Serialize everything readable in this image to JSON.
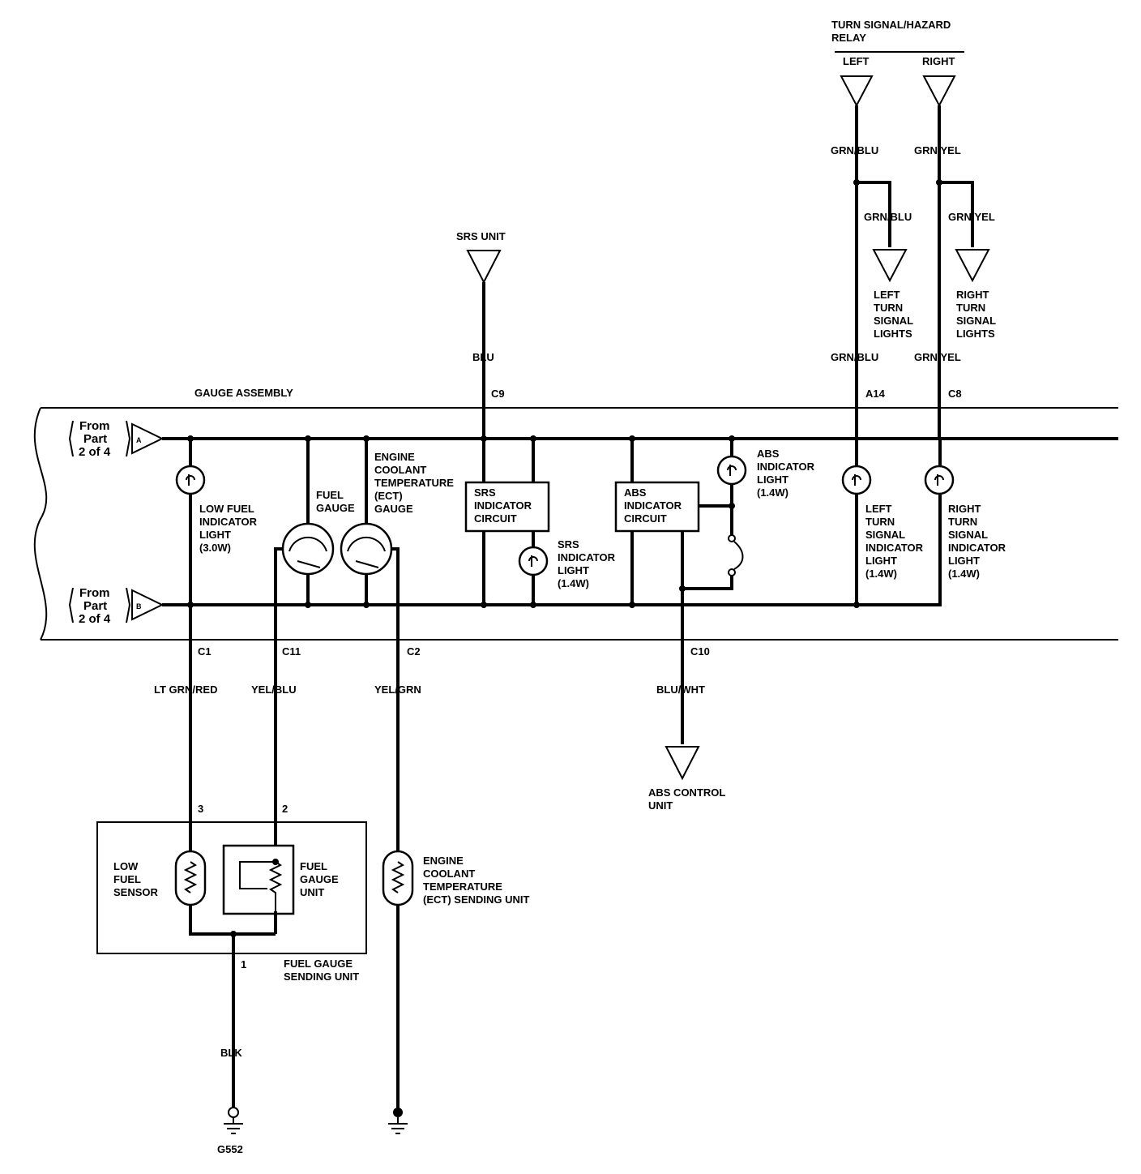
{
  "title": "",
  "gauge_assembly": "GAUGE ASSEMBLY",
  "from_part": {
    "line1": "From",
    "line2": "Part",
    "line3": "2 of 4",
    "a": "A",
    "b": "B"
  },
  "relay": {
    "line1": "TURN SIGNAL/HAZARD",
    "line2": "RELAY",
    "left": "LEFT",
    "right": "RIGHT"
  },
  "srs_unit": "SRS UNIT",
  "wires": {
    "blu": "BLU",
    "grn_blu": "GRN/BLU",
    "grn_yel": "GRN/YEL",
    "lt_grn_red": "LT GRN/RED",
    "yel_blu": "YEL/BLU",
    "yel_grn": "YEL/GRN",
    "blu_wht": "BLU/WHT",
    "blk": "BLK"
  },
  "connectors": {
    "c9": "C9",
    "a14": "A14",
    "c8": "C8",
    "c1": "C1",
    "c11": "C11",
    "c2": "C2",
    "c10": "C10"
  },
  "pins": {
    "p3": "3",
    "p2": "2",
    "p1": "1"
  },
  "left_turn_lights": [
    "LEFT",
    "TURN",
    "SIGNAL",
    "LIGHTS"
  ],
  "right_turn_lights": [
    "RIGHT",
    "TURN",
    "SIGNAL",
    "LIGHTS"
  ],
  "low_fuel_indicator": [
    "LOW FUEL",
    "INDICATOR",
    "LIGHT",
    "(3.0W)"
  ],
  "fuel_gauge": [
    "FUEL",
    "GAUGE"
  ],
  "ect_gauge": [
    "ENGINE",
    "COOLANT",
    "TEMPERATURE",
    "(ECT)",
    "GAUGE"
  ],
  "srs_circuit": [
    "SRS",
    "INDICATOR",
    "CIRCUIT"
  ],
  "srs_light": [
    "SRS",
    "INDICATOR",
    "LIGHT",
    "(1.4W)"
  ],
  "abs_circuit": [
    "ABS",
    "INDICATOR",
    "CIRCUIT"
  ],
  "abs_light": [
    "ABS",
    "INDICATOR",
    "LIGHT",
    "(1.4W)"
  ],
  "left_turn_indicator": [
    "LEFT",
    "TURN",
    "SIGNAL",
    "INDICATOR",
    "LIGHT",
    "(1.4W)"
  ],
  "right_turn_indicator": [
    "RIGHT",
    "TURN",
    "SIGNAL",
    "INDICATOR",
    "LIGHT",
    "(1.4W)"
  ],
  "abs_control": [
    "ABS CONTROL",
    "UNIT"
  ],
  "low_fuel_sensor": [
    "LOW",
    "FUEL",
    "SENSOR"
  ],
  "fuel_gauge_unit": [
    "FUEL",
    "GAUGE",
    "UNIT"
  ],
  "fuel_sending_unit": [
    "FUEL GAUGE",
    "SENDING UNIT"
  ],
  "ect_sending": [
    "ENGINE",
    "COOLANT",
    "TEMPERATURE",
    "(ECT) SENDING UNIT"
  ],
  "ground": "G552"
}
